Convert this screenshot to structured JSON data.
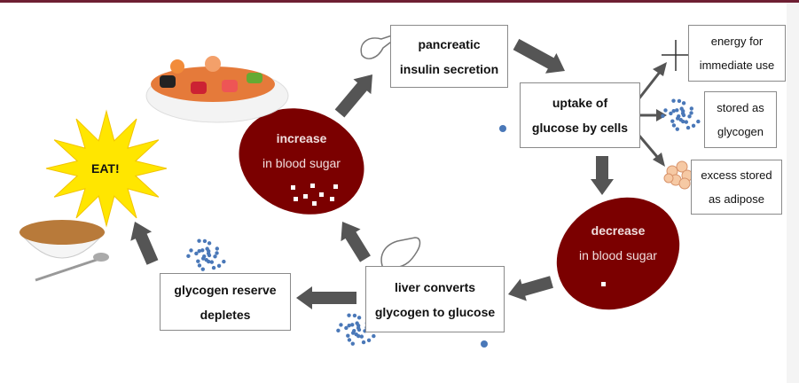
{
  "nodes": {
    "pancreatic": {
      "line1": "pancreatic",
      "line2": "insulin secretion"
    },
    "uptake": {
      "line1": "uptake of",
      "line2": "glucose by cells"
    },
    "energy": {
      "line1": "energy for",
      "line2": "immediate use"
    },
    "stored": {
      "line1": "stored as",
      "line2": "glycogen"
    },
    "adipose": {
      "line1": "excess stored",
      "line2": "as adipose"
    },
    "increase": {
      "line1": "increase",
      "line2": "in blood sugar"
    },
    "decrease": {
      "line1": "decrease",
      "line2": "in blood sugar"
    },
    "liver": {
      "line1": "liver converts",
      "line2": "glycogen to glucose"
    },
    "reserve": {
      "line1": "glycogen reserve",
      "line2": "depletes"
    },
    "eat": "EAT!"
  },
  "colors": {
    "ellipse": "#7b0000",
    "arrow": "#555555",
    "star": "#ffe600",
    "glycogen_dots": "#4a78b8",
    "top_bar": "#6e1f33"
  },
  "icons": [
    "pancreas-icon",
    "liver-icon",
    "glycogen-icon",
    "adipose-icon",
    "sparkle-icon",
    "sushi-plate-image",
    "cereal-bowl-image"
  ]
}
